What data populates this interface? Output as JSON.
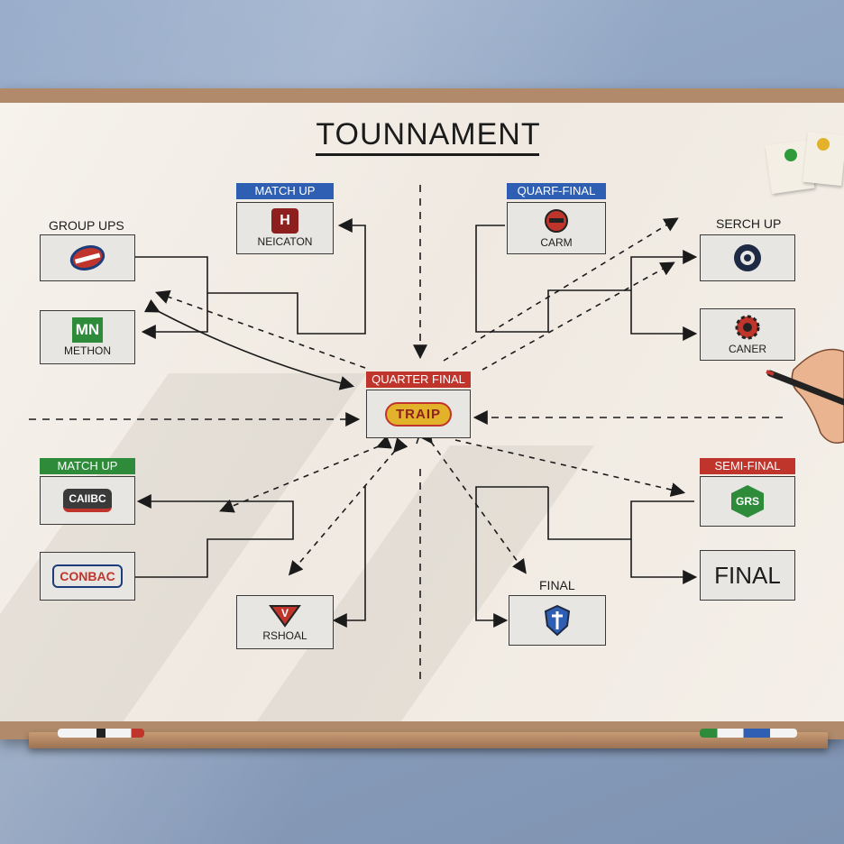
{
  "title": "TOUNNAMENT",
  "colors": {
    "blue_tag": "#2f5fb3",
    "green_tag": "#2e8b3a",
    "red_tag": "#c0352b",
    "frame": "#b08a6a"
  },
  "boxes": {
    "group_ups": {
      "header": "GROUP UPS",
      "label": ""
    },
    "methon": {
      "label": "METHON",
      "logo": "MN"
    },
    "match_up_top": {
      "tag": "MATCH UP",
      "label": "NEICATON",
      "logo": "H"
    },
    "quarf_final": {
      "tag": "QUARF-FINAL",
      "label": "CARM"
    },
    "serch_up": {
      "header": "SERCH UP",
      "label": ""
    },
    "caner": {
      "label": "CANER"
    },
    "center": {
      "tag": "QUARTER FINAL",
      "logo": "TRAIP"
    },
    "match_up_bottom": {
      "tag": "MATCH UP",
      "logo": "CAIIBC"
    },
    "conbac": {
      "logo": "CONBAC"
    },
    "rshoal": {
      "label": "RSHOAL",
      "logo": "V"
    },
    "final_small": {
      "header": "FINAL",
      "label": ""
    },
    "semi_final": {
      "tag": "SEMI-FINAL",
      "logo": "GRS"
    },
    "final_big": {
      "label": "FINAL"
    }
  }
}
